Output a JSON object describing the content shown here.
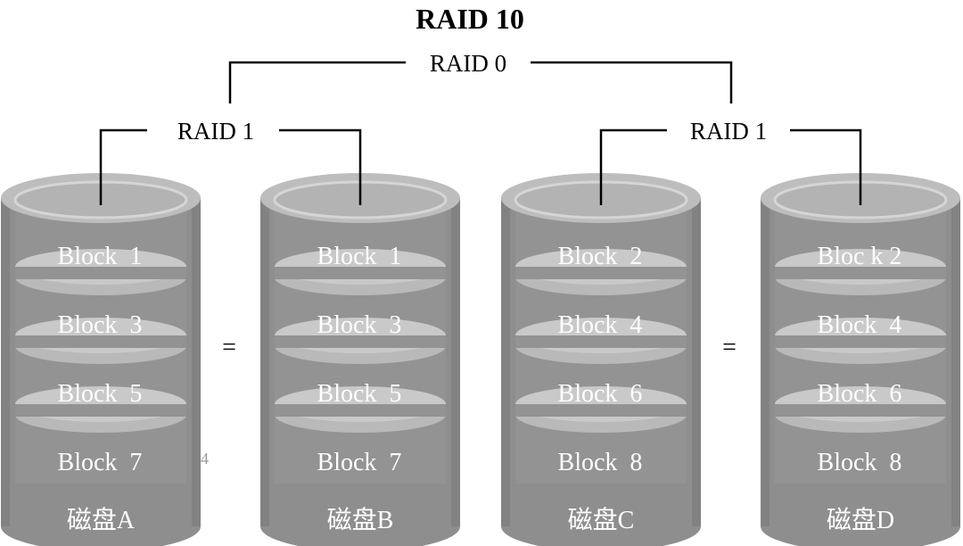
{
  "title": "RAID 10",
  "top_label": "RAID 0",
  "mirror_groups": [
    {
      "label": "RAID 1",
      "equals": "="
    },
    {
      "label": "RAID 1",
      "equals": "="
    }
  ],
  "disks": [
    {
      "label": "磁盘A",
      "blocks": [
        "Block  1",
        "Block  3",
        "Block  5",
        "Block  7"
      ]
    },
    {
      "label": "磁盘B",
      "blocks": [
        "Block  1",
        "Block  3",
        "Block  5",
        "Block  7"
      ]
    },
    {
      "label": "磁盘C",
      "blocks": [
        "Block  2",
        "Block  4",
        "Block  6",
        "Block  8"
      ]
    },
    {
      "label": "磁盘D",
      "blocks": [
        "Bloc k 2",
        "Block  4",
        "Block  6",
        "Block  8"
      ]
    }
  ],
  "stray_mark": "4",
  "colors": {
    "cylinder_body": "#8e8e8e",
    "cylinder_edge": "#7a7a7a",
    "band_light": "#c9c9c9",
    "band_face": "#b9b9b9",
    "top_rim": "#bdbdbd",
    "top_face": "#b3b3b3",
    "text_on_disk": "#ffffff",
    "lines": "#000000"
  }
}
